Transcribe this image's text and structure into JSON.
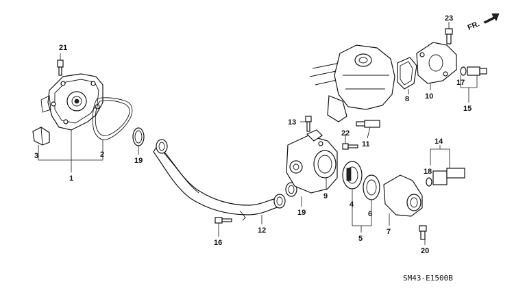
{
  "diagram": {
    "code": "SM43-E1500B",
    "direction": "FR.",
    "callouts": {
      "c1": "1",
      "c2": "2",
      "c3": "3",
      "c4": "4",
      "c5": "5",
      "c6": "6",
      "c7": "7",
      "c8": "8",
      "c9": "9",
      "c10": "10",
      "c11": "11",
      "c12": "12",
      "c13": "13",
      "c14": "14",
      "c15": "15",
      "c16": "16",
      "c17": "17",
      "c18": "18",
      "c19a": "19",
      "c19b": "19",
      "c20": "20",
      "c21": "21",
      "c22": "22",
      "c23": "23"
    }
  }
}
